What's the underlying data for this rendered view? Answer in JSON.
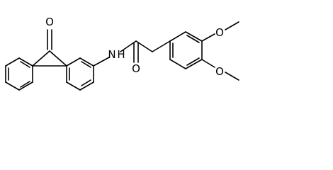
{
  "molecule": {
    "atoms": {
      "keto_oxygen": "O",
      "amide_nitrogen": "N",
      "amide_hydrogen": "H",
      "amide_oxygen": "O",
      "methoxy_oxygen_upper": "O",
      "methoxy_oxygen_lower": "O"
    },
    "colors": {
      "bond": "#000000",
      "label": "#000000",
      "background": "#ffffff"
    }
  }
}
